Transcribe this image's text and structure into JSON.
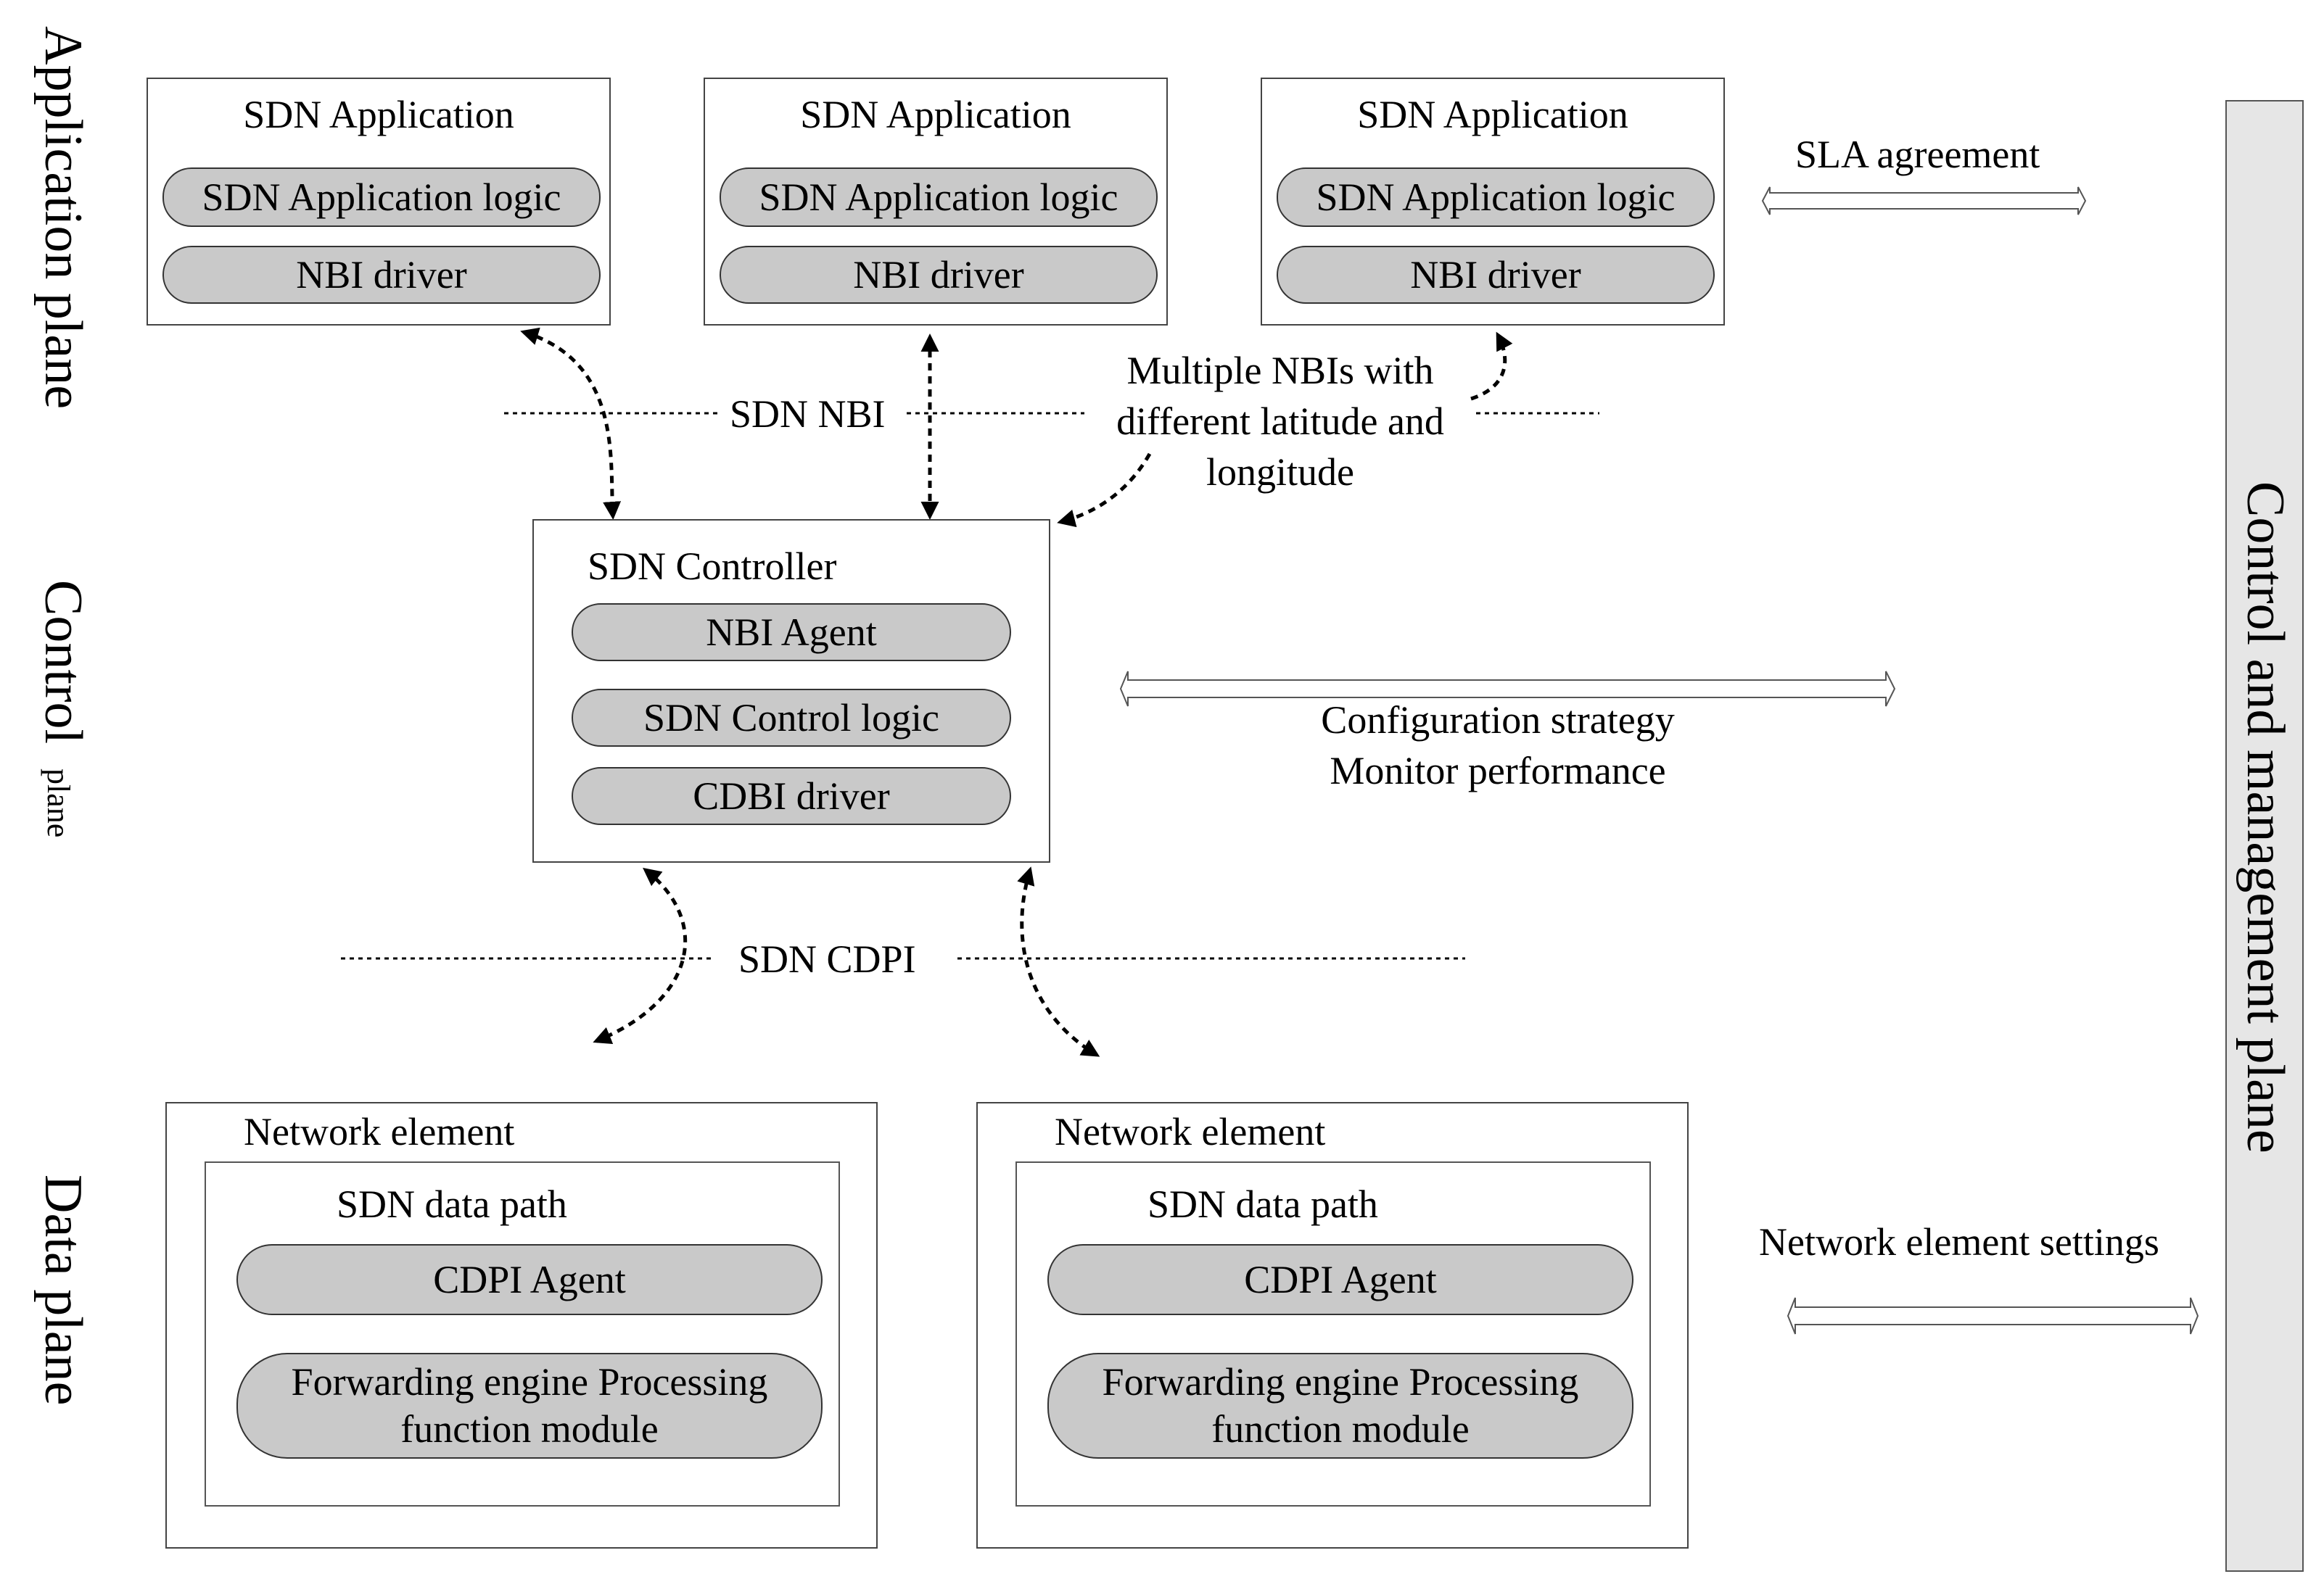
{
  "planes": {
    "application": "Application plane",
    "control_word": "Control",
    "control_small": "plane",
    "data": "Data  plane",
    "management": "Control and management plane"
  },
  "apps": [
    {
      "title": "SDN Application",
      "logic": "SDN Application logic",
      "driver": "NBI driver"
    },
    {
      "title": "SDN Application",
      "logic": "SDN Application logic",
      "driver": "NBI driver"
    },
    {
      "title": "SDN Application",
      "logic": "SDN Application logic",
      "driver": "NBI driver"
    }
  ],
  "interfaces": {
    "nbi": "SDN NBI",
    "cdpi": "SDN CDPI",
    "multi_nbi_line1": "Multiple NBIs with",
    "multi_nbi_line2": "different latitude and",
    "multi_nbi_line3": "longitude"
  },
  "controller": {
    "title": "SDN Controller",
    "agent": "NBI Agent",
    "logic": "SDN Control logic",
    "driver": "CDBI driver"
  },
  "management_links": {
    "sla": "SLA agreement",
    "config_line1": "Configuration strategy",
    "config_line2": "Monitor performance",
    "ne_settings": "Network element settings"
  },
  "network_elements": [
    {
      "title": "Network element",
      "path_title": "SDN data path",
      "agent": "CDPI Agent",
      "engine_line1": "Forwarding engine Processing",
      "engine_line2": "function module"
    },
    {
      "title": "Network element",
      "path_title": "SDN data path",
      "agent": "CDPI Agent",
      "engine_line1": "Forwarding engine Processing",
      "engine_line2": "function module"
    }
  ],
  "colors": {
    "component_fill": "#c9c9c9",
    "sidebar_fill": "#e6e6e6",
    "line": "#000000"
  }
}
